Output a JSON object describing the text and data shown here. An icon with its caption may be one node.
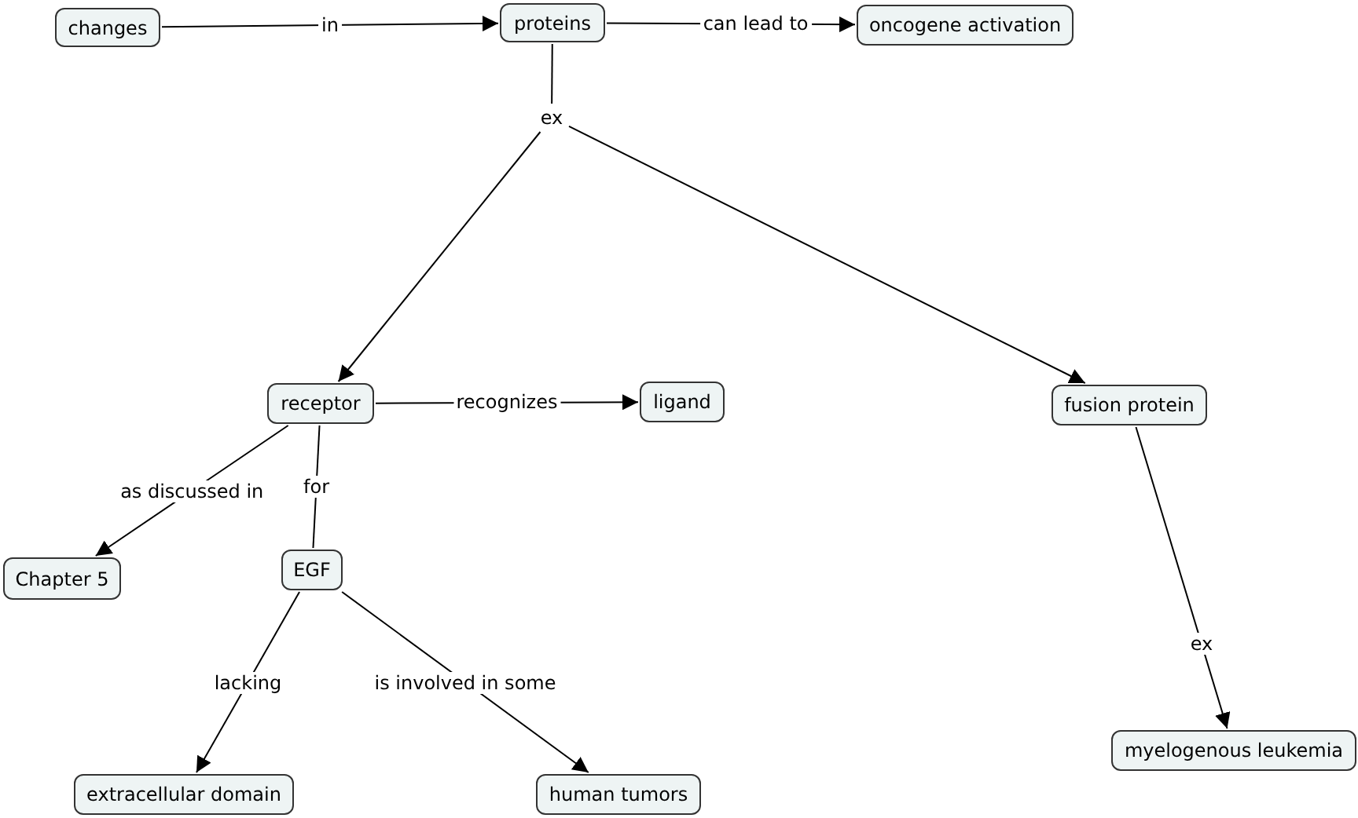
{
  "diagram": {
    "nodes": [
      {
        "text": [
          "changes"
        ]
      },
      {
        "text": [
          "proteins"
        ]
      },
      {
        "text": [
          "oncogene activation"
        ]
      },
      {
        "text": [
          "ex"
        ]
      },
      {
        "text": [
          "receptor"
        ]
      },
      {
        "text": [
          "ligand"
        ]
      },
      {
        "text": [
          "fusion protein"
        ]
      },
      {
        "text": [
          "Chapter 5"
        ]
      },
      {
        "text": [
          "EGF"
        ]
      },
      {
        "text": [
          "extracellular domain"
        ]
      },
      {
        "text": [
          "human tumors"
        ]
      },
      {
        "text": [
          "myelogenous leukemia"
        ]
      }
    ],
    "edges": [
      {
        "from": 0,
        "to": 1,
        "arrow": "to",
        "label": "in"
      },
      {
        "from": 1,
        "to": 2,
        "arrow": "to",
        "label": "can lead to"
      },
      {
        "from": 1,
        "to": 3,
        "arrow": "none"
      },
      {
        "from": 3,
        "to": 4,
        "arrow": "to"
      },
      {
        "from": 3,
        "to": 6,
        "arrow": "to"
      },
      {
        "from": 4,
        "to": 5,
        "arrow": "to",
        "label": "recognizes"
      },
      {
        "from": 4,
        "to": 7,
        "arrow": "to",
        "label": "as discussed in"
      },
      {
        "from": 4,
        "to": 8,
        "arrow": "none",
        "label": "for"
      },
      {
        "from": 8,
        "to": 9,
        "arrow": "to",
        "label": "lacking"
      },
      {
        "from": 8,
        "to": 10,
        "arrow": "to",
        "label": "is involved in some"
      },
      {
        "from": 6,
        "to": 11,
        "arrow": "to",
        "label": "ex"
      }
    ]
  }
}
